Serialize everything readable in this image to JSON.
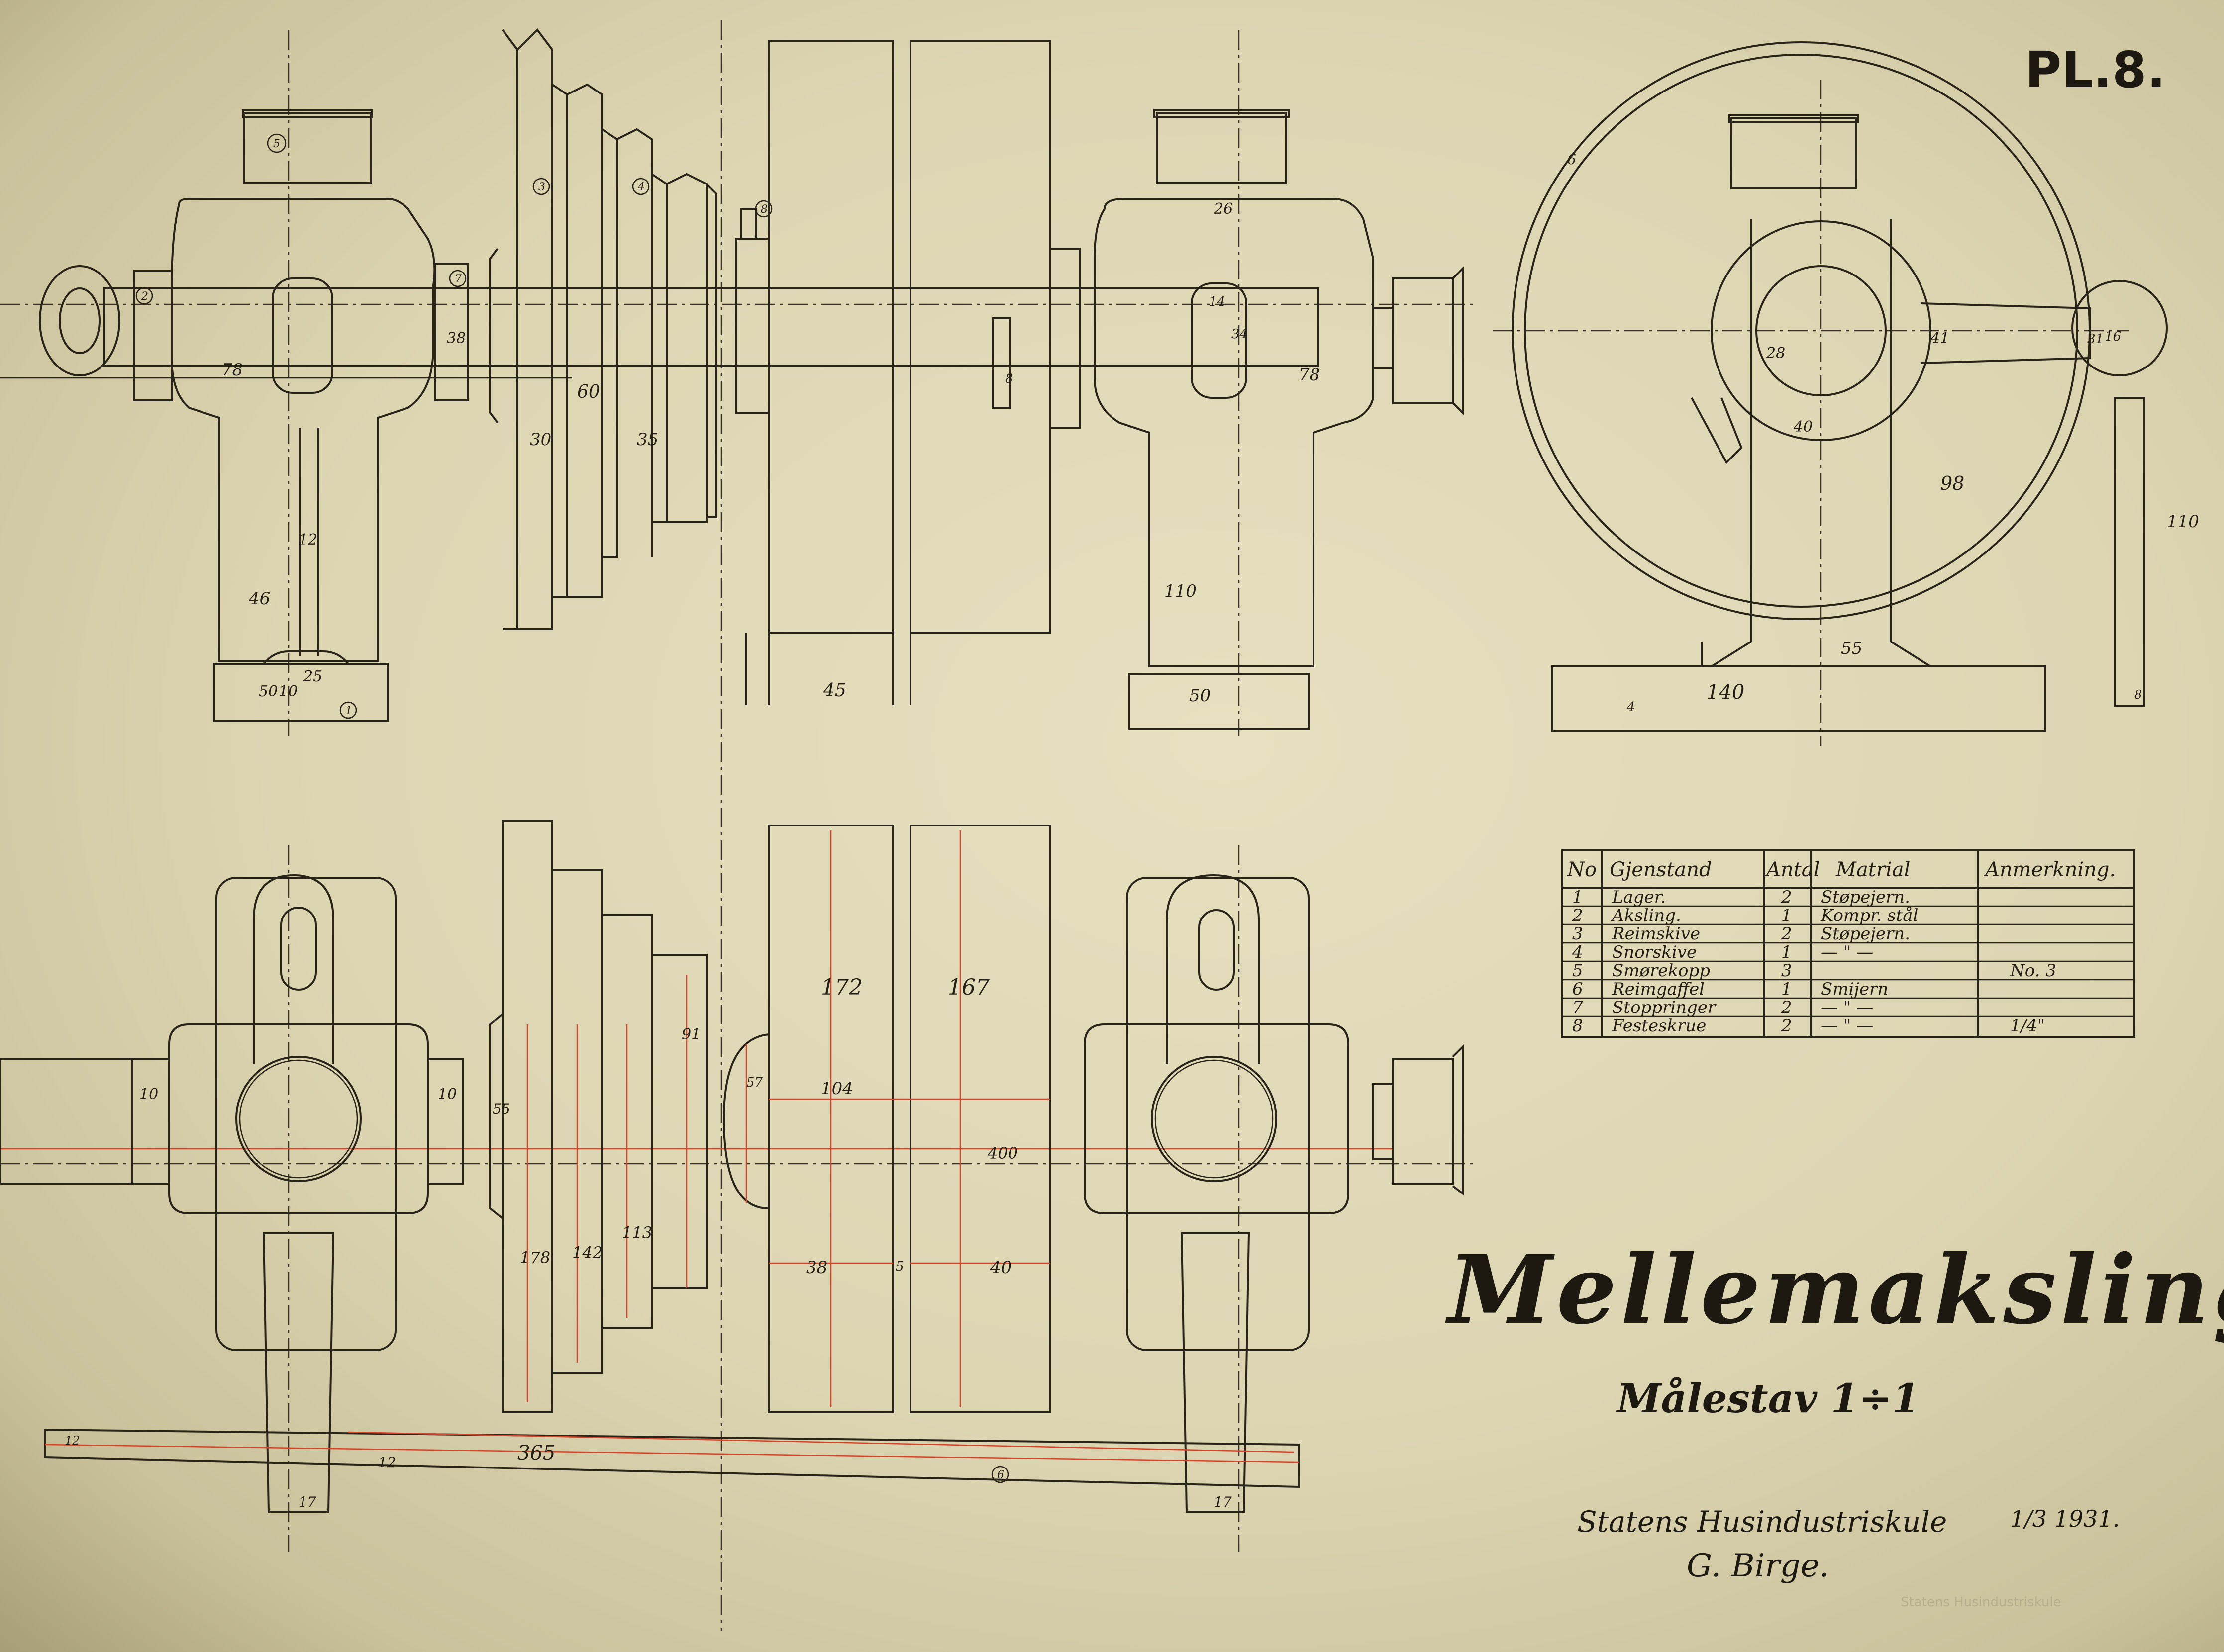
{
  "sheet_number": "PL.8.",
  "title": "Mellemaksling",
  "scale": "Målestav 1÷1",
  "school": "Statens Husindustriskule",
  "date": "1/3 1931.",
  "author": "G. Birge.",
  "stamp_text": "Statens Husindustriskule",
  "parts_table": {
    "headers": [
      "No",
      "Gjenstand",
      "Antal",
      "Matrial",
      "Anmerkning."
    ],
    "rows": [
      {
        "no": "1",
        "item": "Lager.",
        "qty": "2",
        "material": "Støpejern.",
        "note": ""
      },
      {
        "no": "2",
        "item": "Aksling.",
        "qty": "1",
        "material": "Kompr. stål",
        "note": ""
      },
      {
        "no": "3",
        "item": "Reimskive",
        "qty": "2",
        "material": "Støpejern.",
        "note": ""
      },
      {
        "no": "4",
        "item": "Snorskive",
        "qty": "1",
        "material": "— \" —",
        "note": ""
      },
      {
        "no": "5",
        "item": "Smørekopp",
        "qty": "3",
        "material": "",
        "note": "No. 3"
      },
      {
        "no": "6",
        "item": "Reimgaffel",
        "qty": "1",
        "material": "Smijern",
        "note": ""
      },
      {
        "no": "7",
        "item": "Stoppringer",
        "qty": "2",
        "material": "— \" —",
        "note": ""
      },
      {
        "no": "8",
        "item": "Festeskrue",
        "qty": "2",
        "material": "— \" —",
        "note": "1/4\""
      }
    ]
  },
  "dimensions": {
    "d78a": "78",
    "d38": "38",
    "d60": "60",
    "d30": "30",
    "d35": "35",
    "d12a": "12",
    "d46": "46",
    "d25": "25",
    "d50a": "50",
    "d10a": "10",
    "d45": "45",
    "d26": "26",
    "d14": "14",
    "d34": "34",
    "d8a": "8",
    "d78b": "78",
    "d110a": "110",
    "d50b": "50",
    "d6": "6",
    "d28": "28",
    "d41": "41",
    "d40a": "40",
    "d98": "98",
    "d110b": "110",
    "d55": "55",
    "d140": "140",
    "d4": "4",
    "d8b": "8",
    "d16": "16",
    "d31": "31",
    "d10b": "10",
    "d10c": "10",
    "d55b": "55",
    "d178": "178",
    "d142": "142",
    "d113": "113",
    "d91": "91",
    "d57": "57",
    "d172": "172",
    "d167": "167",
    "d104": "104",
    "d400": "400",
    "d38b": "38",
    "d5": "5",
    "d40b": "40",
    "d12b": "12",
    "d365": "365",
    "d17a": "17",
    "d17b": "17",
    "d12c": "12"
  },
  "balloons": {
    "b1": "1",
    "b2": "2",
    "b3": "3",
    "b4": "4",
    "b5": "5",
    "b6": "6",
    "b7": "7",
    "b8": "8"
  }
}
